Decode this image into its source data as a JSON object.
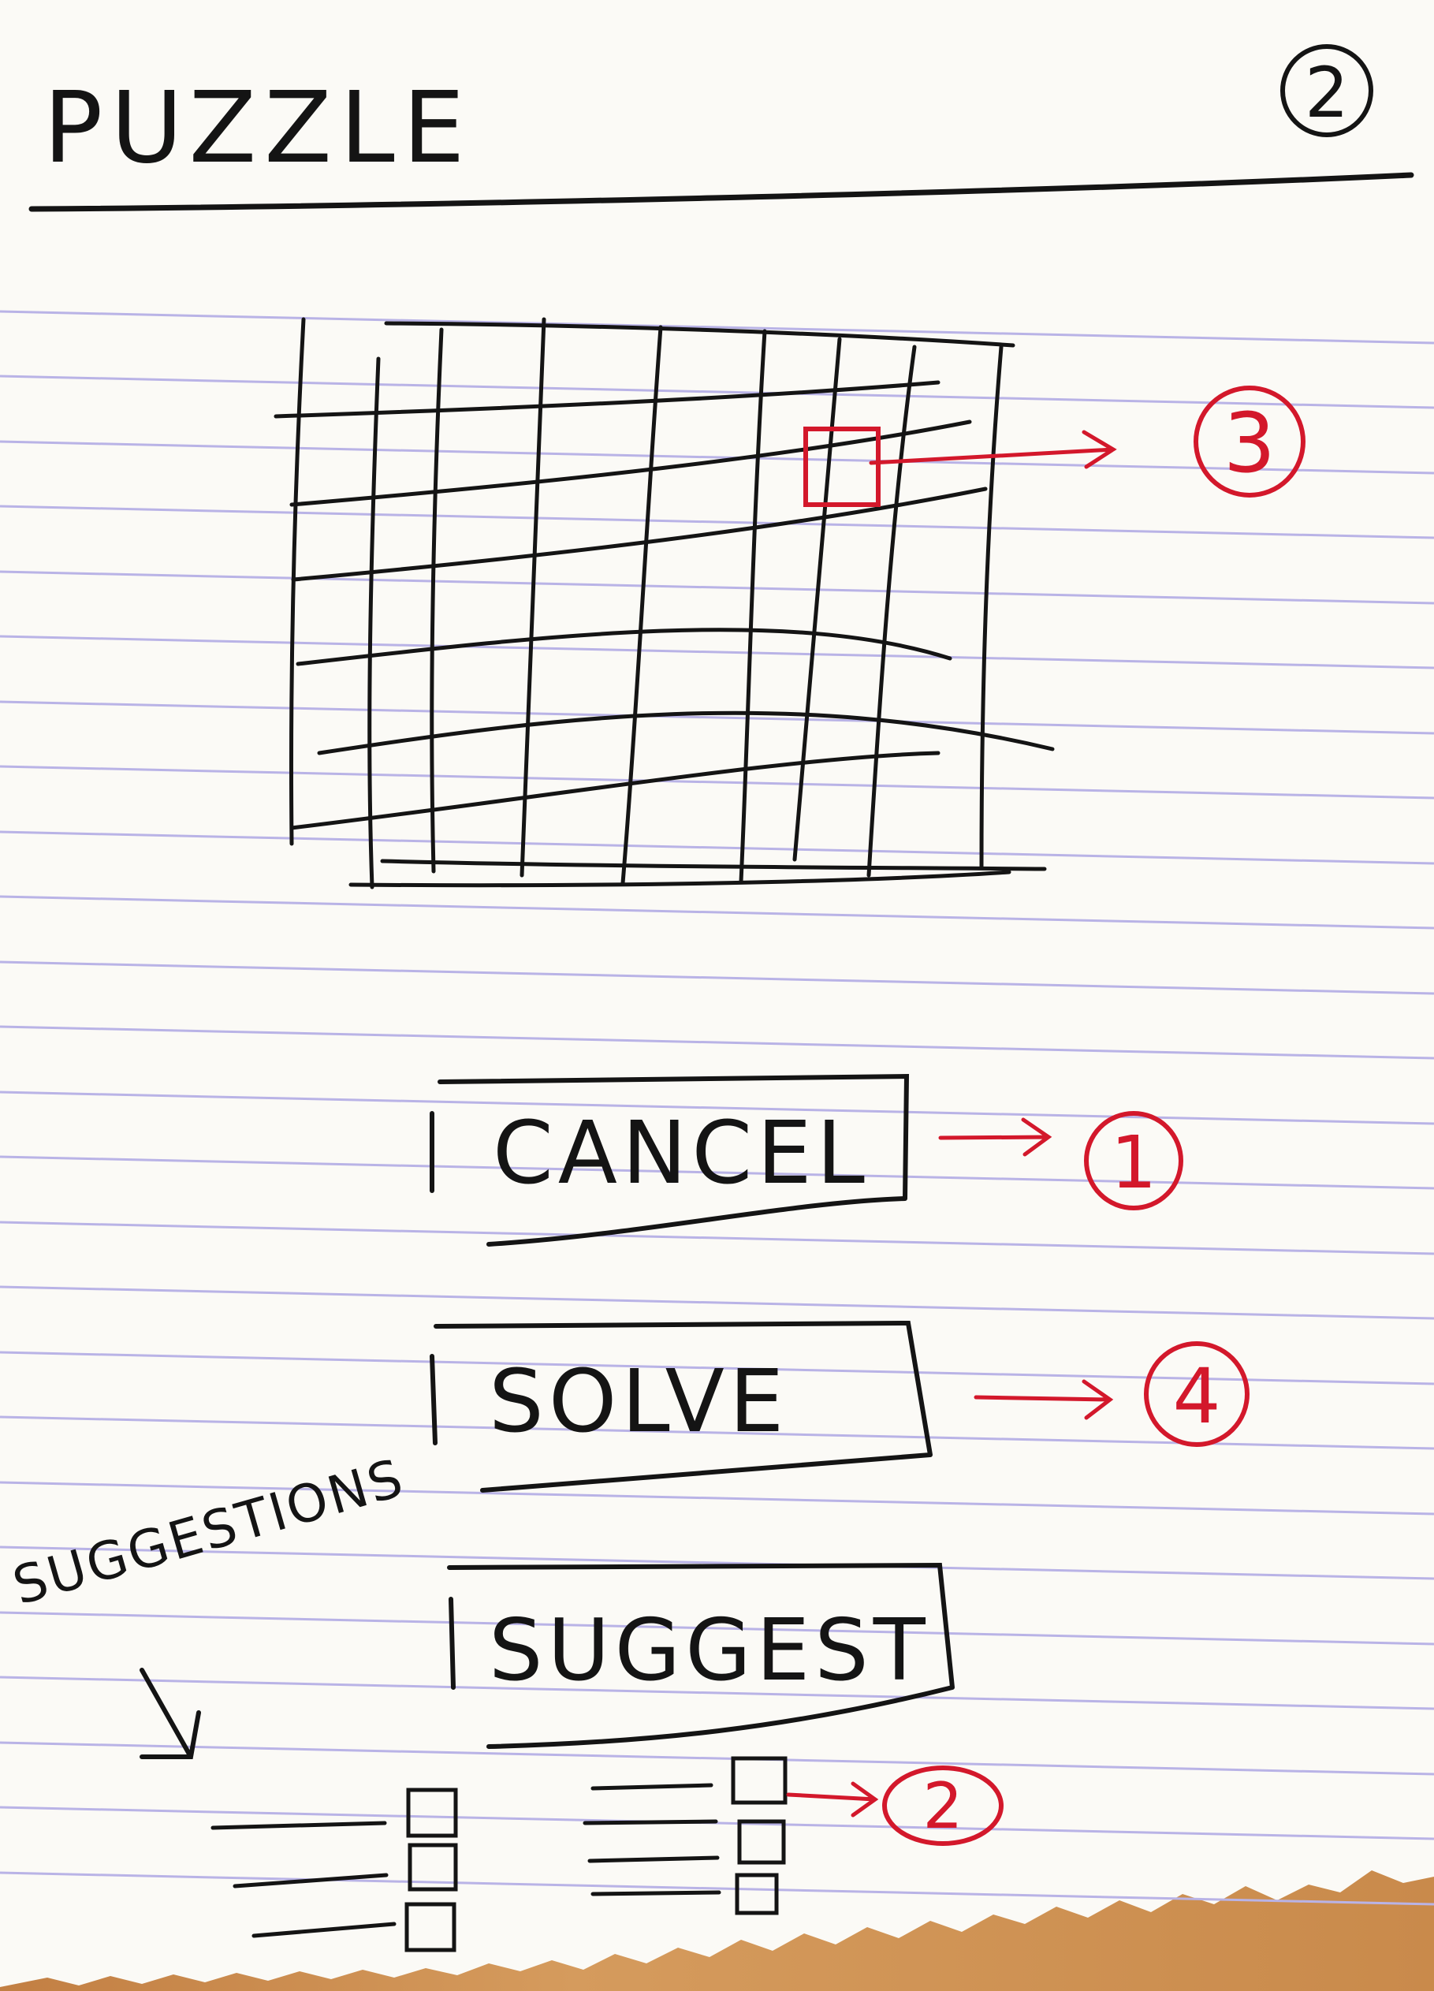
{
  "screen": {
    "title": "PUZZLE",
    "screen_number": "2"
  },
  "puzzle_grid": {
    "selected_cell_target": "3"
  },
  "buttons": {
    "cancel": {
      "label": "CANCEL",
      "target": "1"
    },
    "solve": {
      "label": "SOLVE",
      "target": "4"
    },
    "suggest": {
      "label": "SUGGEST"
    }
  },
  "suggestions": {
    "label": "SUGGESTIONS",
    "checkbox_target": "2"
  },
  "colors": {
    "ink": "#141414",
    "annotation_red": "#d3182b",
    "rule_line": "#b9b3e6",
    "paper": "#fbfaf6",
    "wood": "#c98a4b"
  },
  "icons": {
    "suggestions_arrow": "down-arrow-icon",
    "checkbox": "checkbox-icon"
  }
}
